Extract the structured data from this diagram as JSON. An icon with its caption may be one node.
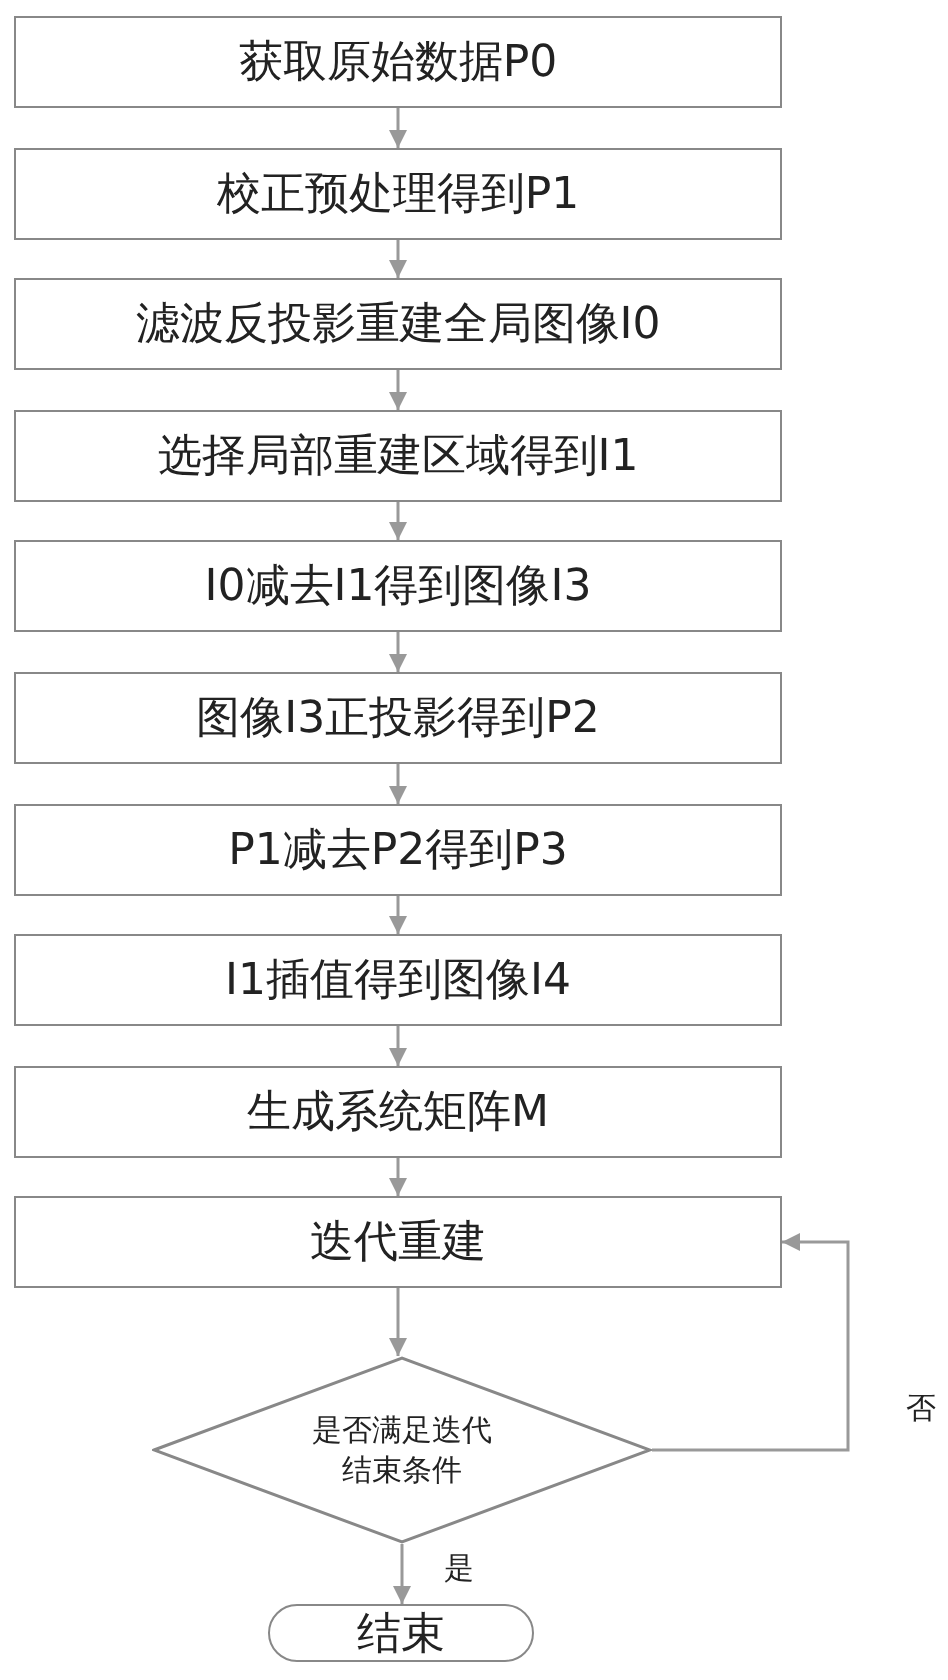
{
  "diagram": {
    "nodes": [
      {
        "text": [
          "获取原始数据P0"
        ]
      },
      {
        "text": [
          "校正预处理得到P1"
        ]
      },
      {
        "text": [
          "滤波反投影重建全局图像I0"
        ]
      },
      {
        "text": [
          "选择局部重建区域得到I1"
        ]
      },
      {
        "text": [
          "I0减去I1得到图像I3"
        ]
      },
      {
        "text": [
          "图像I3正投影得到P2"
        ]
      },
      {
        "text": [
          "P1减去P2得到P3"
        ]
      },
      {
        "text": [
          "I1插值得到图像I4"
        ]
      },
      {
        "text": [
          "生成系统矩阵M"
        ]
      },
      {
        "text": [
          "迭代重建"
        ]
      },
      {
        "text": [
          "是否满足迭代结束条件"
        ]
      },
      {
        "text": [
          "结束"
        ]
      }
    ],
    "edges": [
      {
        "from": 0,
        "to": 1,
        "arrow": "to"
      },
      {
        "from": 1,
        "to": 2,
        "arrow": "to"
      },
      {
        "from": 2,
        "to": 3,
        "arrow": "to"
      },
      {
        "from": 3,
        "to": 4,
        "arrow": "to"
      },
      {
        "from": 4,
        "to": 5,
        "arrow": "to"
      },
      {
        "from": 5,
        "to": 6,
        "arrow": "to"
      },
      {
        "from": 6,
        "to": 7,
        "arrow": "to"
      },
      {
        "from": 7,
        "to": 8,
        "arrow": "to"
      },
      {
        "from": 8,
        "to": 9,
        "arrow": "to"
      },
      {
        "from": 9,
        "to": 10,
        "arrow": "to"
      },
      {
        "from": 10,
        "to": 11,
        "arrow": "to",
        "label": "是"
      },
      {
        "from": 10,
        "to": 9,
        "arrow": "to",
        "label": "否"
      }
    ]
  }
}
